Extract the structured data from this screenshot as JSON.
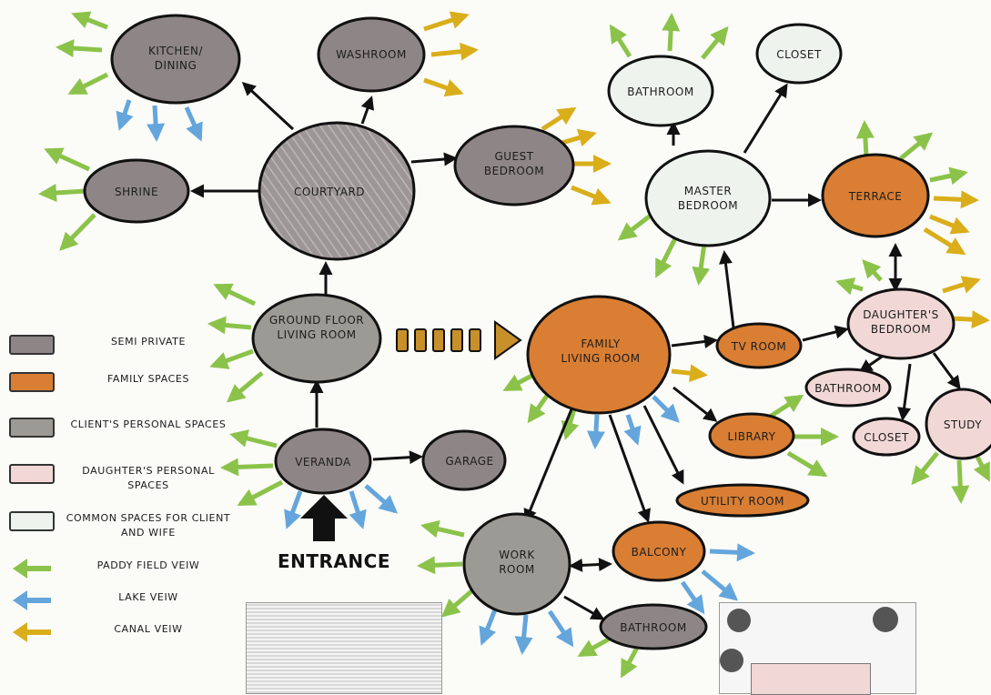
{
  "colors": {
    "semi_private": "#8e8587",
    "family": "#d97e33",
    "client_personal": "#9c9a94",
    "daughter_personal": "#f1d8d6",
    "common": "#eef3ee",
    "paddy": "#8bc34a",
    "lake": "#64a6dc",
    "canal": "#d9ae1a"
  },
  "nodes": {
    "kitchen": "KITCHEN/ DINING",
    "washroom": "WASHROOM",
    "shrine": "SHRINE",
    "courtyard": "COURTYARD",
    "guest_bedroom": "GUEST BEDROOM",
    "ground_floor_living": "GROUND FLOOR LIVING ROOM",
    "veranda": "VERANDA",
    "garage": "GARAGE",
    "bathroom_master": "BATHROOM",
    "closet_master": "CLOSET",
    "master_bedroom": "MASTER BEDROOM",
    "terrace": "TERRACE",
    "family_living": "FAMILY LIVING ROOM",
    "tv_room": "TV ROOM",
    "daughters_bedroom": "DAUGHTER'S BEDROOM",
    "bathroom_daughter": "BATHROOM",
    "closet_daughter": "CLOSET",
    "study": "STUDY",
    "library": "LIBRARY",
    "utility_room": "UTILITY ROOM",
    "work_room": "WORK ROOM",
    "balcony": "BALCONY",
    "bathroom_work": "BATHROOM"
  },
  "entrance": "ENTRANCE",
  "legend": [
    {
      "label": "SEMI PRIVATE",
      "color": "#8e8587"
    },
    {
      "label": "FAMILY SPACES",
      "color": "#d97e33"
    },
    {
      "label": "CLIENT'S PERSONAL SPACES",
      "color": "#9c9a94"
    },
    {
      "label": "DAUGHTER'S PERSONAL SPACES",
      "color": "#f1d8d6"
    },
    {
      "label": "COMMON SPACES FOR CLIENT AND WIFE",
      "color": "#eef3ee"
    },
    {
      "label": "PADDY FIELD VEIW",
      "color": "#8bc34a"
    },
    {
      "label": "LAKE VEIW",
      "color": "#64a6dc"
    },
    {
      "label": "CANAL VEIW",
      "color": "#d9ae1a"
    }
  ]
}
